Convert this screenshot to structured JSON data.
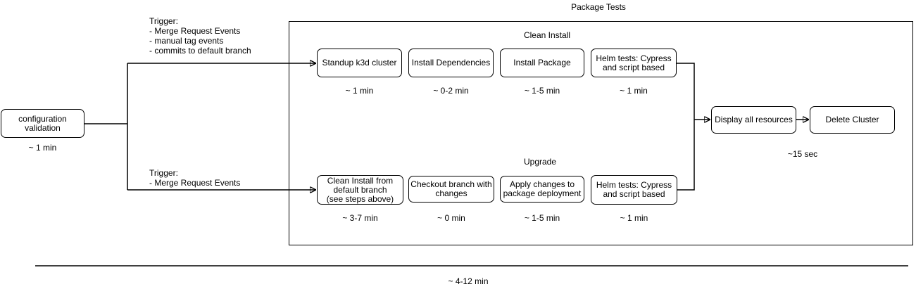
{
  "title": "Package Tests",
  "colors": {
    "stroke": "#000000",
    "background": "#ffffff",
    "node_fill": "#ffffff"
  },
  "start": {
    "label": "configuration\nvalidation",
    "duration": "~ 1 min"
  },
  "trigger_top": "Trigger:\n- Merge Request Events\n- manual tag events\n- commits to default branch",
  "trigger_bottom": "Trigger:\n- Merge Request Events",
  "clean_install": {
    "label": "Clean Install",
    "steps": [
      {
        "label": "Standup k3d cluster",
        "duration": "~ 1 min"
      },
      {
        "label": "Install Dependencies",
        "duration": "~ 0-2 min"
      },
      {
        "label": "Install Package",
        "duration": "~ 1-5 min"
      },
      {
        "label": "Helm tests: Cypress\nand script based",
        "duration": "~ 1 min"
      }
    ]
  },
  "upgrade": {
    "label": "Upgrade",
    "steps": [
      {
        "label": "Clean Install from\ndefault branch\n(see steps above)",
        "duration": "~ 3-7 min"
      },
      {
        "label": "Checkout branch with\nchanges",
        "duration": "~ 0 min"
      },
      {
        "label": "Apply changes to\npackage deployment",
        "duration": "~ 1-5 min"
      },
      {
        "label": "Helm tests: Cypress\nand script based",
        "duration": "~ 1 min"
      }
    ]
  },
  "teardown": {
    "display_label": "Display all resources",
    "delete_label": "Delete Cluster",
    "duration": "~15 sec"
  },
  "total_duration": "~ 4-12 min"
}
